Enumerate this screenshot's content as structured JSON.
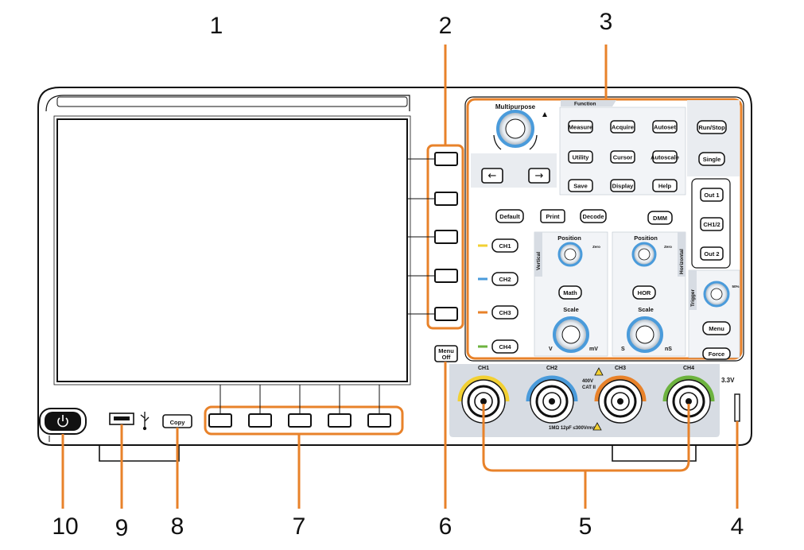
{
  "callouts": [
    "1",
    "2",
    "3",
    "4",
    "5",
    "6",
    "7",
    "8",
    "9",
    "10"
  ],
  "panel": {
    "multipurpose": "Multipurpose",
    "function_tab": "Function",
    "function_buttons": [
      "Measure",
      "Acquire",
      "Autoset",
      "Utility",
      "Cursor",
      "Autoscale",
      "Save",
      "Display",
      "Help"
    ],
    "run_stop": "Run/Stop",
    "single": "Single",
    "out_buttons": [
      "Out 1",
      "CH1/2",
      "Out 2"
    ],
    "default": "Default",
    "print": "Print",
    "decode": "Decode",
    "dmm": "DMM",
    "channels": [
      "CH1",
      "CH2",
      "CH3",
      "CH4"
    ],
    "vertical": "Vertical",
    "horizontal": "Horizontal",
    "position": "Position",
    "zero": "Zero",
    "math": "Math",
    "hor": "HOR",
    "scale": "Scale",
    "v": "V",
    "mv": "mV",
    "s": "S",
    "ns": "nS",
    "trigger": "Trigger",
    "fifty": "50%",
    "menu": "Menu",
    "force": "Force",
    "menu_off": [
      "Menu",
      "Off"
    ],
    "copy": "Copy",
    "probe_comp": "3.3V",
    "cat_rating": [
      "400V",
      "CAT II"
    ],
    "input_rating": "1MΩ 12pF ≤300Vrms"
  },
  "colors": {
    "callout": "#E8822A",
    "ch1": "#F2D033",
    "ch2": "#4A9BDB",
    "ch3": "#E8822A",
    "ch4": "#6DB33F",
    "panel": "#D7DCE3"
  }
}
